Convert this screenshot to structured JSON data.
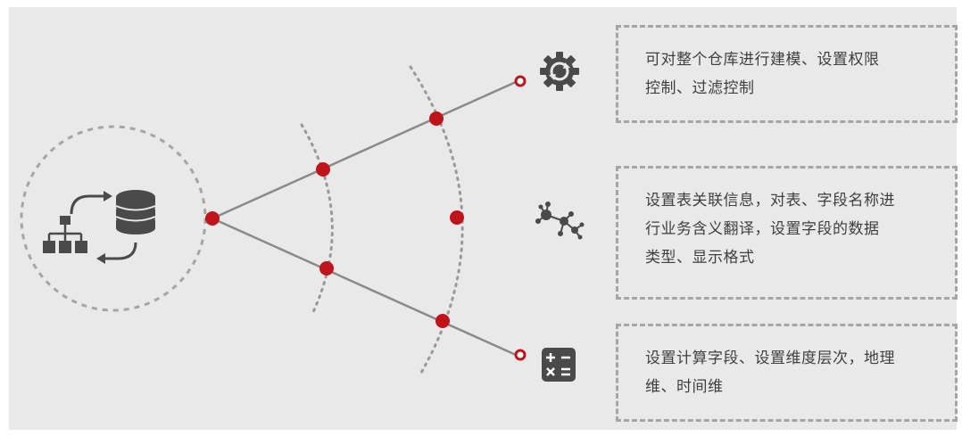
{
  "items": [
    {
      "icon": "gear-refresh-icon",
      "lines": [
        "可对整个仓库进行建模、设置权限",
        "控制、过滤控制"
      ]
    },
    {
      "icon": "molecule-network-icon",
      "lines": [
        "设置表关联信息，对表、字段名称进",
        "行业务含义翻译，设置字段的数据",
        "类型、显示格式"
      ]
    },
    {
      "icon": "calculator-icon",
      "lines": [
        "设置计算字段、设置维度层次，地理",
        "维、时间维"
      ]
    }
  ],
  "center_icon": "database-hierarchy-icon",
  "colors": {
    "accent": "#c0141c",
    "line": "#8a8a8a",
    "dashed": "#a5a5a5",
    "icon": "#4a4a4a",
    "background": "#e9e9e9"
  }
}
